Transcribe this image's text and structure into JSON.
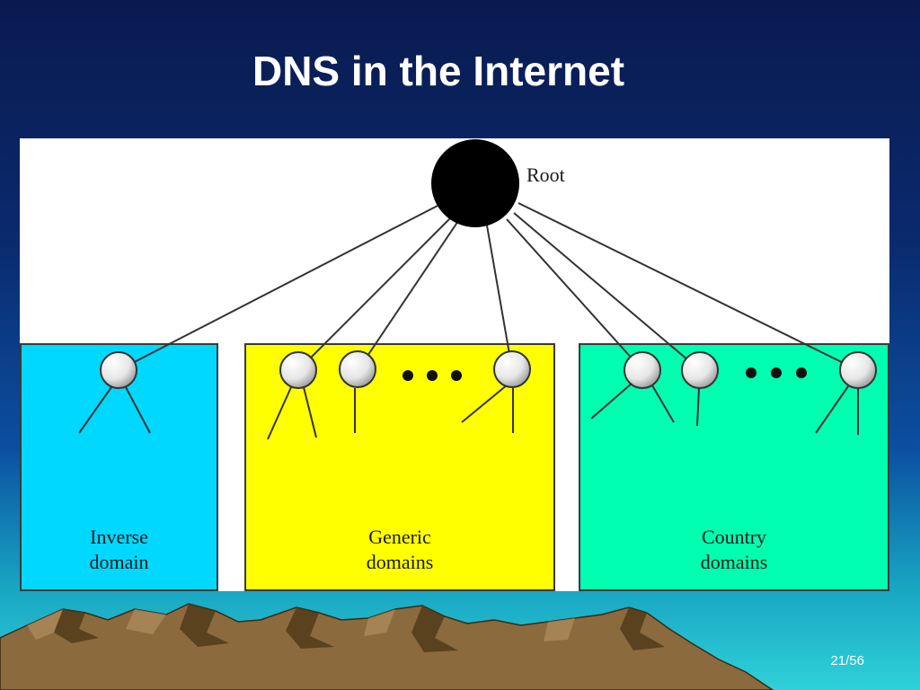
{
  "slide": {
    "title": "DNS in the Internet",
    "page_number": "21/56"
  },
  "diagram": {
    "root_label": "Root",
    "boxes": [
      {
        "id": "inverse",
        "line1": "Inverse",
        "line2": "domain",
        "color": "#00d8ff"
      },
      {
        "id": "generic",
        "line1": "Generic",
        "line2": "domains",
        "color": "#ffff00"
      },
      {
        "id": "country",
        "line1": "Country",
        "line2": "domains",
        "color": "#00ffb0"
      }
    ]
  },
  "colors": {
    "background_top": "#0a1a4f",
    "background_bottom": "#2fd1d9",
    "root_node": "#000000",
    "mountain": "#8b6a3e"
  }
}
